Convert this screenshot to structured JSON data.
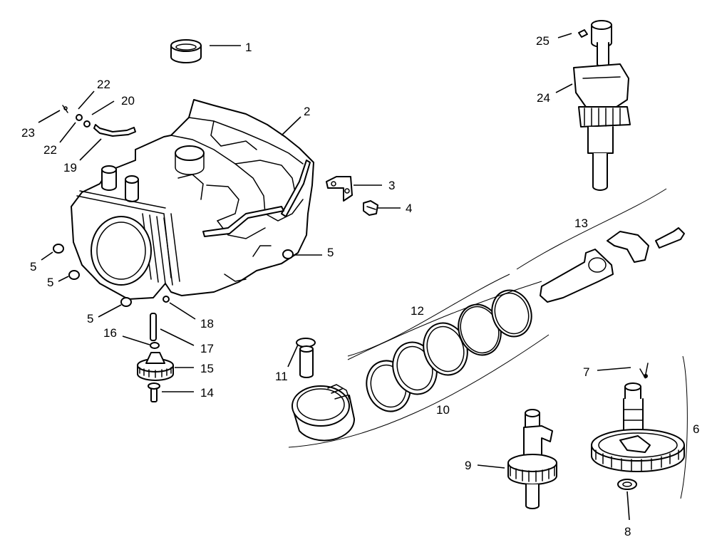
{
  "callouts": {
    "c1": "1",
    "c2": "2",
    "c3": "3",
    "c4": "4",
    "c5a": "5",
    "c5b": "5",
    "c5c": "5",
    "c5d": "5",
    "c6": "6",
    "c7": "7",
    "c8": "8",
    "c9": "9",
    "c10": "10",
    "c11": "11",
    "c12": "12",
    "c13": "13",
    "c14": "14",
    "c15": "15",
    "c16": "16",
    "c17": "17",
    "c18": "18",
    "c19": "19",
    "c20": "20",
    "c22a": "22",
    "c22b": "22",
    "c23": "23",
    "c24": "24",
    "c25": "25"
  }
}
